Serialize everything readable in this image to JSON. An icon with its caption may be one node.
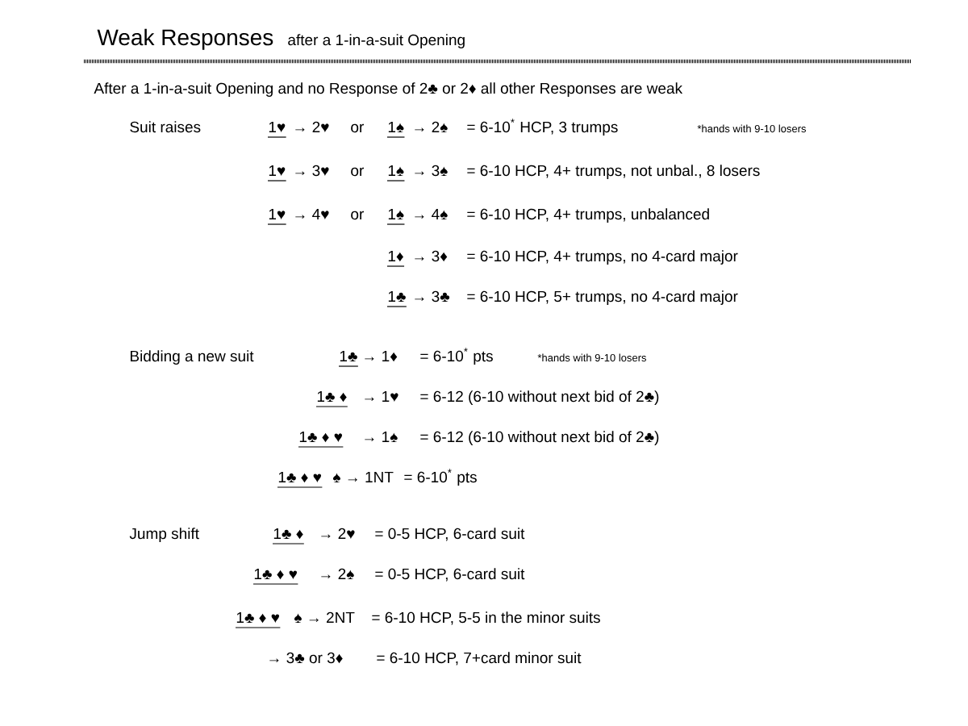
{
  "diagram": {
    "title": "Weak Responses",
    "labels": [
      "after a 1-in-a-suit Opening",
      "After a 1-in-a-suit Opening and no Response of 2♣ or 2♦ all other Responses are weak",
      "Suit raises",
      "1♥",
      "→ 2♥",
      "or",
      "1♠",
      "→ 2♠",
      "= 6-10$^{*}$ HCP, 3 trumps",
      "*hands with 9-10 losers",
      "1♥",
      "→ 3♥",
      "or",
      "1♠",
      "→ 3♠",
      "= 6-10 HCP, 4+ trumps, not unbal., 8 losers",
      "1♥",
      "→ 4♥",
      "or",
      "1♠",
      "→ 4♠",
      "= 6-10 HCP, 4+ trumps, unbalanced",
      "1♦",
      "→ 3♦",
      "= 6-10 HCP, 4+ trumps, no 4-card major",
      "1♣",
      "→ 3♣",
      "= 6-10 HCP, 5+ trumps, no 4-card major",
      "Bidding a new suit",
      "1♣",
      "→ 1♦",
      "= 6-10$^{*}$ pts",
      "*hands with 9-10 losers",
      "1♣ ♦",
      "→ 1♥",
      "= 6-12 (6-10 without next bid of 2♣)",
      "1♣ ♦ ♥",
      "→ 1♠",
      "= 6-12 (6-10 without next bid of 2♣)",
      "1♣ ♦ ♥",
      "♠ → 1NT",
      "= 6-10$^{*}$ pts",
      "Jump shift",
      "1♣ ♦",
      "→ 2♥",
      "= 0-5 HCP, 6-card suit",
      "1♣ ♦ ♥",
      "→ 2♠",
      "= 0-5 HCP, 6-card suit",
      "1♣ ♦ ♥",
      "♠ → 2NT",
      "= 6-10 HCP, 5-5 in the minor suits",
      "→ 3♣ or 3♦",
      "= 6-10 HCP, 7+card minor suit"
    ]
  }
}
